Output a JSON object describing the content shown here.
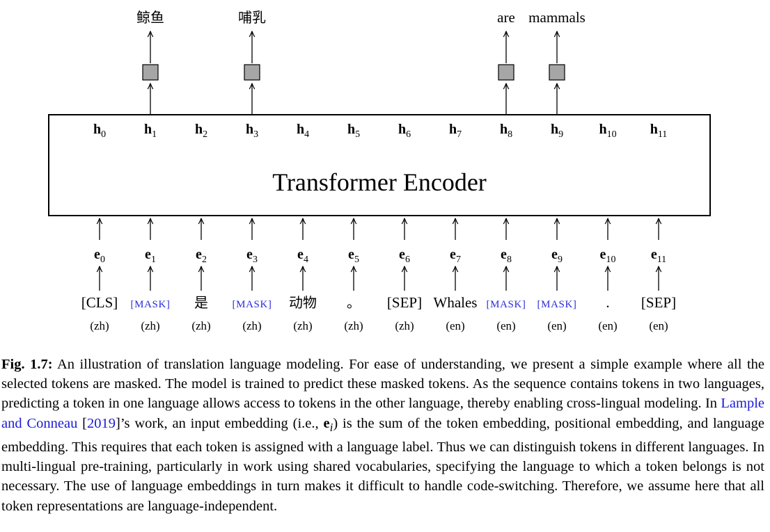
{
  "figure": {
    "encoder_label": "Transformer Encoder",
    "columns": [
      {
        "h_base": "h",
        "h_sub": "0",
        "e_base": "e",
        "e_sub": "0",
        "token": "[CLS]",
        "token_kind": "plain",
        "lang": "(zh)",
        "output": "",
        "masked": false
      },
      {
        "h_base": "h",
        "h_sub": "1",
        "e_base": "e",
        "e_sub": "1",
        "token": "[MASK]",
        "token_kind": "mask",
        "lang": "(zh)",
        "output": "鲸鱼",
        "masked": true
      },
      {
        "h_base": "h",
        "h_sub": "2",
        "e_base": "e",
        "e_sub": "2",
        "token": "是",
        "token_kind": "cjk",
        "lang": "(zh)",
        "output": "",
        "masked": false
      },
      {
        "h_base": "h",
        "h_sub": "3",
        "e_base": "e",
        "e_sub": "3",
        "token": "[MASK]",
        "token_kind": "mask",
        "lang": "(zh)",
        "output": "哺乳",
        "masked": true
      },
      {
        "h_base": "h",
        "h_sub": "4",
        "e_base": "e",
        "e_sub": "4",
        "token": "动物",
        "token_kind": "cjk",
        "lang": "(zh)",
        "output": "",
        "masked": false
      },
      {
        "h_base": "h",
        "h_sub": "5",
        "e_base": "e",
        "e_sub": "5",
        "token": "。",
        "token_kind": "cjk",
        "lang": "(zh)",
        "output": "",
        "masked": false
      },
      {
        "h_base": "h",
        "h_sub": "6",
        "e_base": "e",
        "e_sub": "6",
        "token": "[SEP]",
        "token_kind": "plain",
        "lang": "(zh)",
        "output": "",
        "masked": false
      },
      {
        "h_base": "h",
        "h_sub": "7",
        "e_base": "e",
        "e_sub": "7",
        "token": "Whales",
        "token_kind": "plain",
        "lang": "(en)",
        "output": "",
        "masked": false
      },
      {
        "h_base": "h",
        "h_sub": "8",
        "e_base": "e",
        "e_sub": "8",
        "token": "[MASK]",
        "token_kind": "mask",
        "lang": "(en)",
        "output": "are",
        "masked": true
      },
      {
        "h_base": "h",
        "h_sub": "9",
        "e_base": "e",
        "e_sub": "9",
        "token": "[MASK]",
        "token_kind": "mask",
        "lang": "(en)",
        "output": "mammals",
        "masked": true
      },
      {
        "h_base": "h",
        "h_sub": "10",
        "e_base": "e",
        "e_sub": "10",
        "token": ".",
        "token_kind": "plain",
        "lang": "(en)",
        "output": "",
        "masked": false
      },
      {
        "h_base": "h",
        "h_sub": "11",
        "e_base": "e",
        "e_sub": "11",
        "token": "[SEP]",
        "token_kind": "plain",
        "lang": "(en)",
        "output": "",
        "masked": false
      }
    ],
    "colors": {
      "mask_text": "#2b2bdb",
      "output_box_fill": "#a6a6a6",
      "stroke": "#000000"
    }
  },
  "caption": {
    "label": "Fig. 1.7:",
    "text_1": " An illustration of translation language modeling. For ease of understanding, we present a simple example where all the selected tokens are masked. The model is trained to predict these masked tokens. As the sequence contains tokens in two languages, predicting a token in one language allows access to tokens in the other language, thereby enabling cross-lingual modeling. In ",
    "cite_authors": "Lample and Conneau",
    "cite_open": " [",
    "cite_year": "2019",
    "text_2": "]’s work, an input embedding (i.e., ",
    "math_base": "e",
    "math_sub": "i",
    "text_3": ") is the sum of the token embedding, positional embedding, and language embedding. This requires that each token is assigned with a language label. Thus we can distinguish tokens in different languages. In multi-lingual pre-training, particularly in work using shared vocabularies, specifying the language to which a token belongs is not necessary. The use of language embeddings in turn makes it difficult to handle code-switching. Therefore, we assume here that all token representations are language-independent."
  }
}
